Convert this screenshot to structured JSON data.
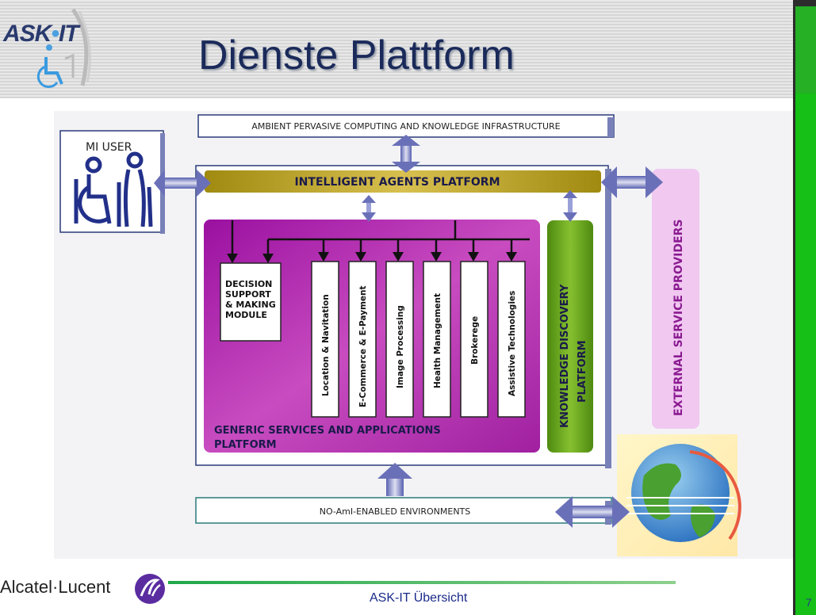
{
  "slide": {
    "title": "Dienste Plattform",
    "logo_text_a": "ASK",
    "logo_text_b": "IT",
    "footer_center": "ASK-IT Übersicht",
    "footer_company": "Alcatel·Lucent",
    "page_number": "7"
  },
  "diagram": {
    "ambient": "AMBIENT PERVASIVE COMPUTING AND KNOWLEDGE INFRASTRUCTURE",
    "mi_user": "MI USER",
    "agents": "INTELLIGENT AGENTS PLATFORM",
    "decision": [
      "DECISION",
      "SUPPORT",
      "& MAKING",
      "MODULE"
    ],
    "services": [
      "Location & Navitation",
      "E-Commerce & E-Payment",
      "Image Processing",
      "Health Management",
      "Brokerege",
      "Assistive Technologies"
    ],
    "generic_line1": "GENERIC SERVICES AND APPLICATIONS",
    "generic_line2": "PLATFORM",
    "knowledge_line1": "KNOWLEDGE DISCOVERY",
    "knowledge_line2": "PLATFORM",
    "external": "EXTERNAL SERVICE PROVIDERS",
    "noami": "NO-AmI-ENABLED ENVIRONMENTS"
  },
  "colors": {
    "agents_bar": "#b8a020",
    "purple": "#a81ca0",
    "green_panel": "#6aa01a",
    "external_panel": "#f0c8f0",
    "arrow": "#8f94d0"
  }
}
